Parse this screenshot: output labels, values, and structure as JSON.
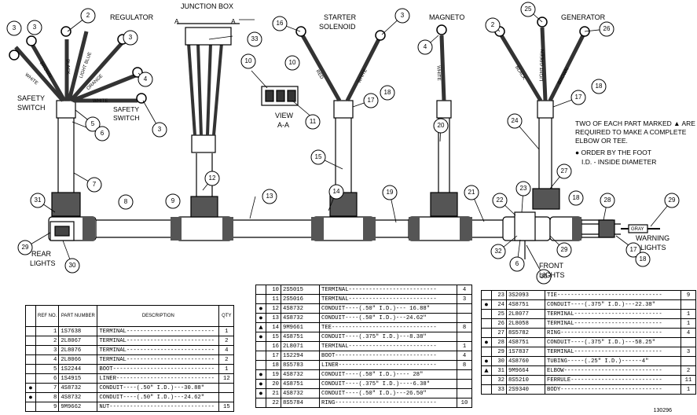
{
  "labels": {
    "regulator": "REGULATOR",
    "junction_box": "JUNCTION BOX",
    "section_a_left": "A",
    "section_a_right": "A",
    "starter_solenoid_1": "STARTER",
    "starter_solenoid_2": "SOLENOID",
    "magneto": "MAGNETO",
    "generator": "GENERATOR",
    "safety_switch_1": "SAFETY",
    "safety_switch_2": "SWITCH",
    "safety_switch_3": "SAFETY",
    "safety_switch_4": "SWITCH",
    "view_1": "VIEW",
    "view_2": "A-A",
    "rear_lights_1": "REAR",
    "rear_lights_2": "LIGHTS",
    "front_lights_1": "FRONT",
    "front_lights_2": "LIGHTS",
    "warning_lights_1": "WARNING",
    "warning_lights_2": "LIGHTS",
    "note_1": "TWO OF EACH PART MARKED ▲ ARE",
    "note_2": "REQUIRED TO MAKE A COMPLETE",
    "note_3": "ELBOW OR TEE.",
    "note_4": "● ORDER BY THE FOOT",
    "note_5": "I.D. - INSIDE DIAMETER",
    "wire_white_1": "WHITE",
    "wire_brown": "BROWN",
    "wire_black_1": "BLACK",
    "wire_light_blue": "LIGHT BLUE",
    "wire_orange": "ORANGE",
    "wire_white_2": "WHITE",
    "wire_red": "RED",
    "wire_white_3": "WHITE",
    "wire_white_4": "WHITE",
    "wire_black_2": "BLACK",
    "wire_light_green": "LIGHT GREEN",
    "wire_brown_2": "BROWN",
    "wire_gray": "GRAY",
    "figure_code": "130296"
  },
  "callouts": [
    "3",
    "2",
    "3",
    "3",
    "4",
    "5",
    "6",
    "3",
    "33",
    "10",
    "10",
    "11",
    "16",
    "3",
    "17",
    "18",
    "4",
    "20",
    "2",
    "25",
    "26",
    "17",
    "18",
    "24",
    "27",
    "18",
    "7",
    "12",
    "15",
    "31",
    "8",
    "9",
    "13",
    "14",
    "19",
    "21",
    "22",
    "23",
    "28",
    "29",
    "29",
    "30",
    "6",
    "32",
    "29",
    "30",
    "17",
    "18"
  ],
  "table1": {
    "headers": [
      "REF NO.",
      "PART NUMBER",
      "DESCRIPTION",
      "QTY"
    ],
    "rows": [
      {
        "mark": "",
        "ref": "1",
        "part": "1S7638",
        "desc": "TERMINAL--------------------------",
        "qty": "1"
      },
      {
        "mark": "",
        "ref": "2",
        "part": "2L8067",
        "desc": "TERMINAL--------------------------",
        "qty": "2"
      },
      {
        "mark": "",
        "ref": "3",
        "part": "2L8076",
        "desc": "TERMINAL--------------------------",
        "qty": "4"
      },
      {
        "mark": "",
        "ref": "4",
        "part": "2L8066",
        "desc": "TERMINAL--------------------------",
        "qty": "2"
      },
      {
        "mark": "",
        "ref": "5",
        "part": "1S2244",
        "desc": "BOOT------------------------------",
        "qty": "1"
      },
      {
        "mark": "",
        "ref": "6",
        "part": "1S4915",
        "desc": "LINER-----------------------------",
        "qty": "12"
      },
      {
        "mark": "●",
        "ref": "7",
        "part": "4S8732",
        "desc": "CONDUIT----(.50\" I.D.)---30.88\"",
        "qty": ""
      },
      {
        "mark": "●",
        "ref": "8",
        "part": "4S8732",
        "desc": "CONDUIT----(.50\" I.D.)---24.62\"",
        "qty": ""
      },
      {
        "mark": "",
        "ref": "9",
        "part": "9M9662",
        "desc": "NUT-------------------------------",
        "qty": "15"
      }
    ]
  },
  "table2": {
    "rows": [
      {
        "mark": "",
        "ref": "10",
        "part": "2S5015",
        "desc": "TERMINAL--------------------------",
        "qty": "4"
      },
      {
        "mark": "",
        "ref": "11",
        "part": "2S5016",
        "desc": "TERMINAL--------------------------",
        "qty": "3"
      },
      {
        "mark": "●",
        "ref": "12",
        "part": "4S8732",
        "desc": "CONDUIT----(.50\" I.D.)--- 16.88\"",
        "qty": ""
      },
      {
        "mark": "●",
        "ref": "13",
        "part": "4S8732",
        "desc": "CONDUIT----(.50\" I.D.)---24.62\"",
        "qty": ""
      },
      {
        "mark": "▲",
        "ref": "14",
        "part": "9M9661",
        "desc": "TEE-------------------------------",
        "qty": "8"
      },
      {
        "mark": "●",
        "ref": "15",
        "part": "4S8751",
        "desc": "CONDUIT----(.375\" I.D.)---8.38\"",
        "qty": ""
      },
      {
        "mark": "",
        "ref": "16",
        "part": "2L8071",
        "desc": "TERMINAL--------------------------",
        "qty": "1"
      },
      {
        "mark": "",
        "ref": "17",
        "part": "1S2294",
        "desc": "BOOT------------------------------",
        "qty": "4"
      },
      {
        "mark": "",
        "ref": "18",
        "part": "8S5783",
        "desc": "LINER-----------------------------",
        "qty": "8"
      },
      {
        "mark": "●",
        "ref": "19",
        "part": "4S8732",
        "desc": "CONDUIT----(.50\" I.D.)---- 28\"",
        "qty": ""
      },
      {
        "mark": "●",
        "ref": "20",
        "part": "4S8751",
        "desc": "CONDUIT----(.375\" I.D.)----6.38\"",
        "qty": ""
      },
      {
        "mark": "●",
        "ref": "21",
        "part": "4S8732",
        "desc": "CONDUIT----(.50\" I.D.)---26.50\"",
        "qty": ""
      },
      {
        "mark": "",
        "ref": "22",
        "part": "8S5784",
        "desc": "RING------------------------------",
        "qty": "10"
      }
    ]
  },
  "table3": {
    "rows": [
      {
        "mark": "",
        "ref": "23",
        "part": "3S2093",
        "desc": "TIE-------------------------------",
        "qty": "9"
      },
      {
        "mark": "●",
        "ref": "24",
        "part": "4S8751",
        "desc": "CONDUIT----(.375\" I.D.)---22.38\"",
        "qty": ""
      },
      {
        "mark": "",
        "ref": "25",
        "part": "2L8077",
        "desc": "TERMINAL--------------------------",
        "qty": "1"
      },
      {
        "mark": "",
        "ref": "26",
        "part": "2L8058",
        "desc": "TERMINAL--------------------------",
        "qty": "1"
      },
      {
        "mark": "",
        "ref": "27",
        "part": "8S5782",
        "desc": "RING------------------------------",
        "qty": "4"
      },
      {
        "mark": "●",
        "ref": "28",
        "part": "4S8751",
        "desc": "CONDUIT----(.375\" I.D.)---58.25\"",
        "qty": ""
      },
      {
        "mark": "",
        "ref": "29",
        "part": "1S7837",
        "desc": "TERMINAL--------------------------",
        "qty": "3"
      },
      {
        "mark": "●",
        "ref": "30",
        "part": "4S8760",
        "desc": "TUBING-----(.25\" I.D.)------4\"",
        "qty": ""
      },
      {
        "mark": "▲",
        "ref": "31",
        "part": "9M9664",
        "desc": "ELBOW-----------------------------",
        "qty": "2"
      },
      {
        "mark": "",
        "ref": "32",
        "part": "8S5210",
        "desc": "FERRULE---------------------------",
        "qty": "11"
      },
      {
        "mark": "",
        "ref": "33",
        "part": "2S9340",
        "desc": "BODY------------------------------",
        "qty": "1"
      }
    ]
  }
}
